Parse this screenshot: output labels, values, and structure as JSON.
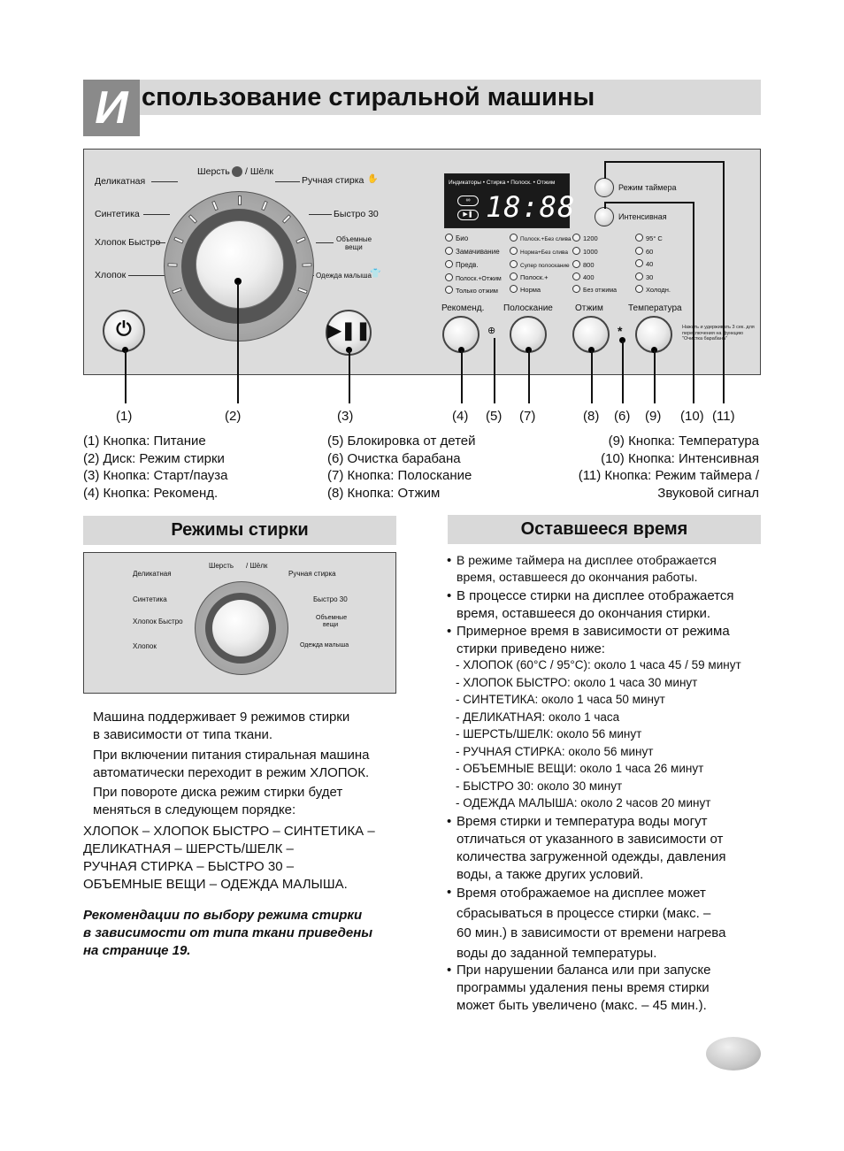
{
  "title": {
    "initial": "И",
    "rest": "спользование стиральной машины"
  },
  "panel": {
    "dial_labels": {
      "delicate": "Деликатная",
      "wool": "Шерсть",
      "silk": "/ Шёлк",
      "hand": "Ручная стирка",
      "synthetics": "Синтетика",
      "quick30": "Быстро 30",
      "cotton_quick": "Хлопок Быстро",
      "bulky_1": "Объемные",
      "bulky_2": "вещи",
      "cotton": "Хлопок",
      "baby": "Одежда малыша"
    },
    "display": {
      "top_row": "Индикаторы • Стирка • Полоск. • Отжим",
      "digits": "18:88"
    },
    "options": {
      "col1": [
        "Био",
        "Замачивание",
        "Предв.",
        "Полоск.+Отжим",
        "Только отжим"
      ],
      "col2": [
        "Полоск.+Без слива",
        "Норма+Без слива",
        "Супер полоскание",
        "Полоск.+",
        "Норма"
      ],
      "col3": [
        "1200",
        "1000",
        "800",
        "400",
        "Без отжима"
      ],
      "col4": [
        "95° С",
        "60",
        "40",
        "30",
        "Холодн."
      ]
    },
    "button_labels": {
      "timer": "Режим таймера",
      "intensive": "Интенсивная",
      "recommend": "Рекоменд.",
      "rinse": "Полоскание",
      "spin": "Отжим",
      "temperature": "Температура"
    },
    "star_note": "Нажать и удерживать 3 сек. для переключения на функцию \"Очистка барабана\""
  },
  "callouts": [
    "(1)",
    "(2)",
    "(3)",
    "(4)",
    "(5)",
    "(7)",
    "(8)",
    "(6)",
    "(9)",
    "(10)",
    "(11)"
  ],
  "legend": {
    "col1": [
      "(1) Кнопка: Питание",
      "(2) Диск: Режим стирки",
      "(3) Кнопка: Старт/пауза",
      "(4) Кнопка: Рекоменд."
    ],
    "col2": [
      "(5) Блокировка от детей",
      "(6) Очистка барабана",
      "(7) Кнопка: Полоскание",
      "(8) Кнопка: Отжим"
    ],
    "col3": [
      "(9) Кнопка: Температура",
      "(10) Кнопка: Интенсивная",
      "(11) Кнопка: Режим таймера /",
      "Звуковой сигнал"
    ]
  },
  "left_section": {
    "title": "Режимы стирки",
    "paragraphs": [
      "Машина поддерживает 9 режимов стирки",
      "в зависимости от типа ткани.",
      "При включении питания стиральная машина",
      "автоматически переходит в режим ХЛОПОК.",
      "При повороте диска режим стирки будет",
      "меняться в следующем порядке:"
    ],
    "sequence": [
      "ХЛОПОК – ХЛОПОК БЫСТРО – СИНТЕТИКА –",
      "ДЕЛИКАТНАЯ – ШЕРСТЬ/ШЕЛК –",
      "РУЧНАЯ СТИРКА – БЫСТРО 30 –",
      "ОБЪЕМНЫЕ ВЕЩИ – ОДЕЖДА МАЛЫША."
    ],
    "note": [
      "Рекомендации по выбору режима стирки",
      "в зависимости от типа ткани приведены",
      "на странице 19."
    ]
  },
  "right_section": {
    "title": "Оставшееся время",
    "b1": [
      "В режиме таймера на дисплее отображается",
      "время, оставшееся до окончания работы."
    ],
    "b2": [
      "В процессе стирки на дисплее отображается",
      "время, оставшееся до окончания стирки."
    ],
    "b3": [
      "Примерное время в зависимости от режима",
      "стирки приведено ниже:"
    ],
    "times": [
      "- ХЛОПОК (60°С / 95°С): около 1 часа 45 / 59 минут",
      "- ХЛОПОК БЫСТРО: около 1 часа 30 минут",
      "- СИНТЕТИКА: около 1 часа 50 минут",
      "- ДЕЛИКАТНАЯ: около 1 часа",
      "- ШЕРСТЬ/ШЕЛК: около 56 минут",
      "- РУЧНАЯ СТИРКА: около 56 минут",
      "- ОБЪЕМНЫЕ ВЕЩИ: около 1 часа 26 минут",
      "- БЫСТРО 30: около 30 минут",
      "- ОДЕЖДА МАЛЫША: около 2 часов 20 минут"
    ],
    "b4": [
      "Время стирки и температура воды могут",
      "отличаться от указанного в зависимости от",
      "количества загруженной одежды, давления",
      "воды, а также других условий."
    ],
    "b5": [
      "Время отображаемое на дисплее может",
      "сбрасываться в процессе стирки (макс. –",
      "60 мин.) в зависимости от времени нагрева",
      "воды до заданной температуры."
    ],
    "b6": [
      "При нарушении баланса или при запуске",
      "программы удаления пены время стирки",
      "может быть увеличено (макс. – 45 мин.)."
    ]
  }
}
